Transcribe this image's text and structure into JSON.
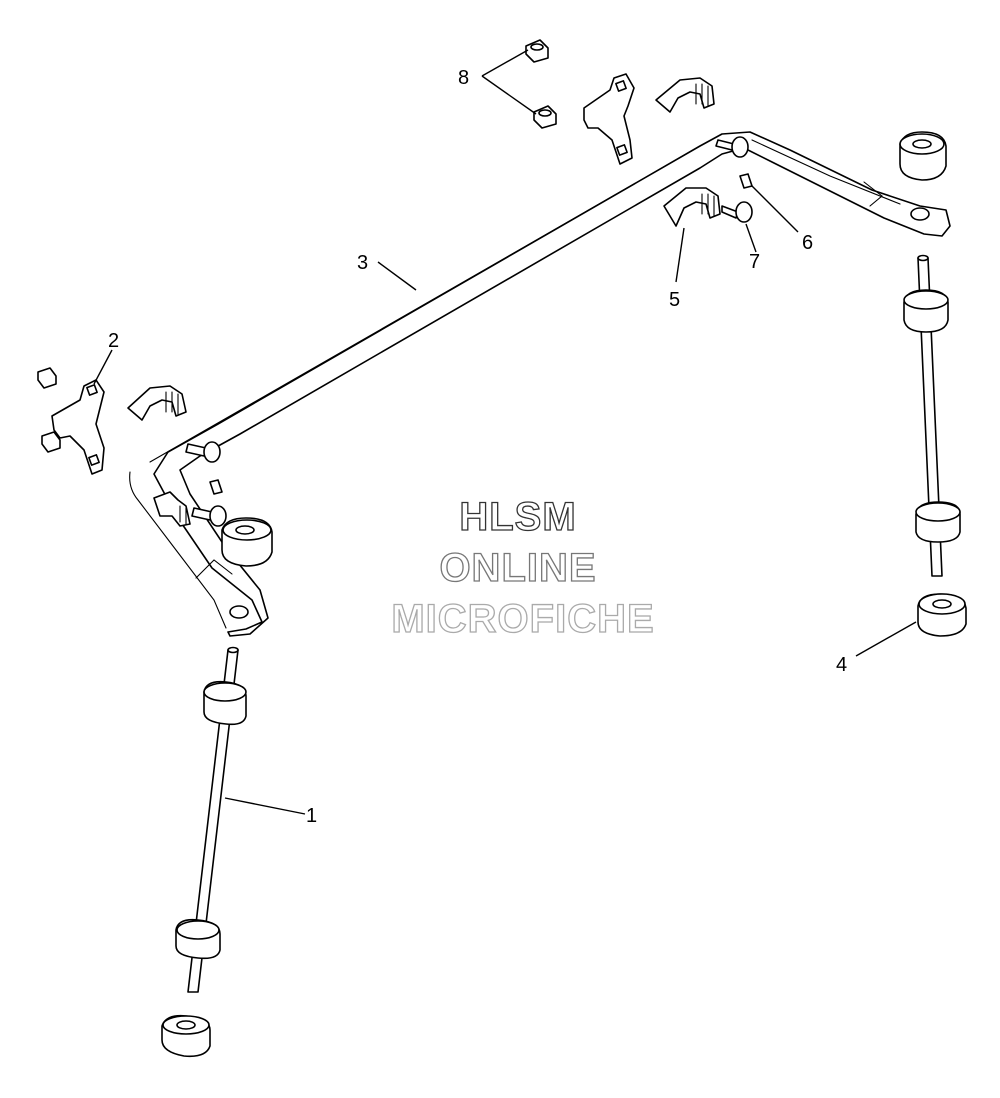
{
  "callouts": {
    "c1": "1",
    "c2": "2",
    "c3": "3",
    "c4": "4",
    "c5": "5",
    "c6": "6",
    "c7": "7",
    "c8": "8"
  },
  "watermark": {
    "line1": "HLSM",
    "line2": "ONLINE",
    "line3": "MICROFICHE"
  },
  "colors": {
    "line": "#000000",
    "watermark": "#888888",
    "background": "#ffffff"
  }
}
